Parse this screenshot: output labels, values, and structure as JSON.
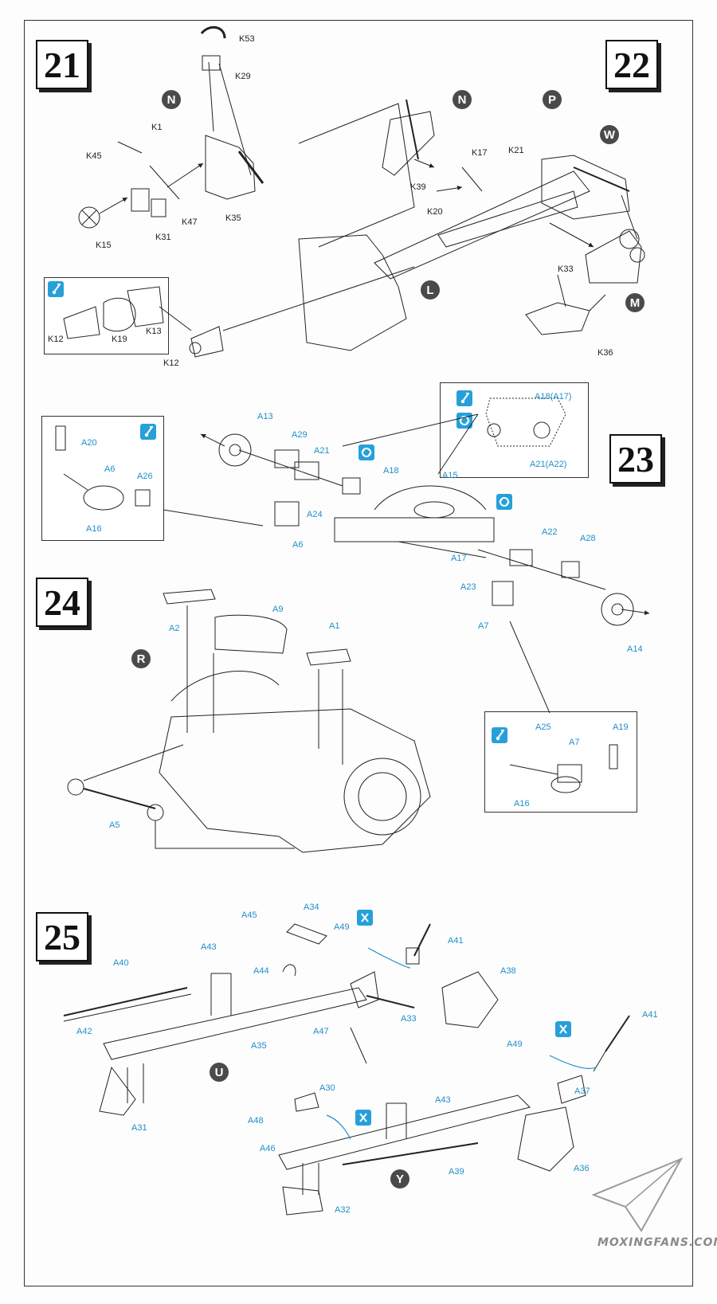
{
  "steps": {
    "s21": "21",
    "s22": "22",
    "s23": "23",
    "s24": "24",
    "s25": "25"
  },
  "markers": {
    "n1": "N",
    "n2": "N",
    "p": "P",
    "w": "W",
    "l": "L",
    "m": "M",
    "r": "R",
    "u": "U",
    "y": "Y"
  },
  "labels_k": [
    "K53",
    "K29",
    "K1",
    "K45",
    "K47",
    "K35",
    "K15",
    "K31",
    "K12",
    "K19",
    "K13",
    "K12",
    "K17",
    "K21",
    "K39",
    "K20",
    "K33",
    "K36"
  ],
  "labels_a23": [
    "A13",
    "A29",
    "A21",
    "A18",
    "A15",
    "A20",
    "A6",
    "A26",
    "A16",
    "A24",
    "A6",
    "A22",
    "A28",
    "A17",
    "A23",
    "A7",
    "A14",
    "A18(A17)",
    "A21(A22)"
  ],
  "labels_a24": [
    "A9",
    "A1",
    "A2",
    "A5",
    "A25",
    "A19",
    "A7",
    "A16"
  ],
  "labels_a25": [
    "A45",
    "A34",
    "A49",
    "A41",
    "A40",
    "A43",
    "A44",
    "A38",
    "A33",
    "A42",
    "A35",
    "A47",
    "A31",
    "A41",
    "A49",
    "A30",
    "A43",
    "A37",
    "A48",
    "A46",
    "A39",
    "A36",
    "A32"
  ],
  "watermark": "MOXINGFANS.COM",
  "colors": {
    "line": "#222222",
    "blue": "#1e8fc9",
    "marker": "#4a4a4a"
  }
}
